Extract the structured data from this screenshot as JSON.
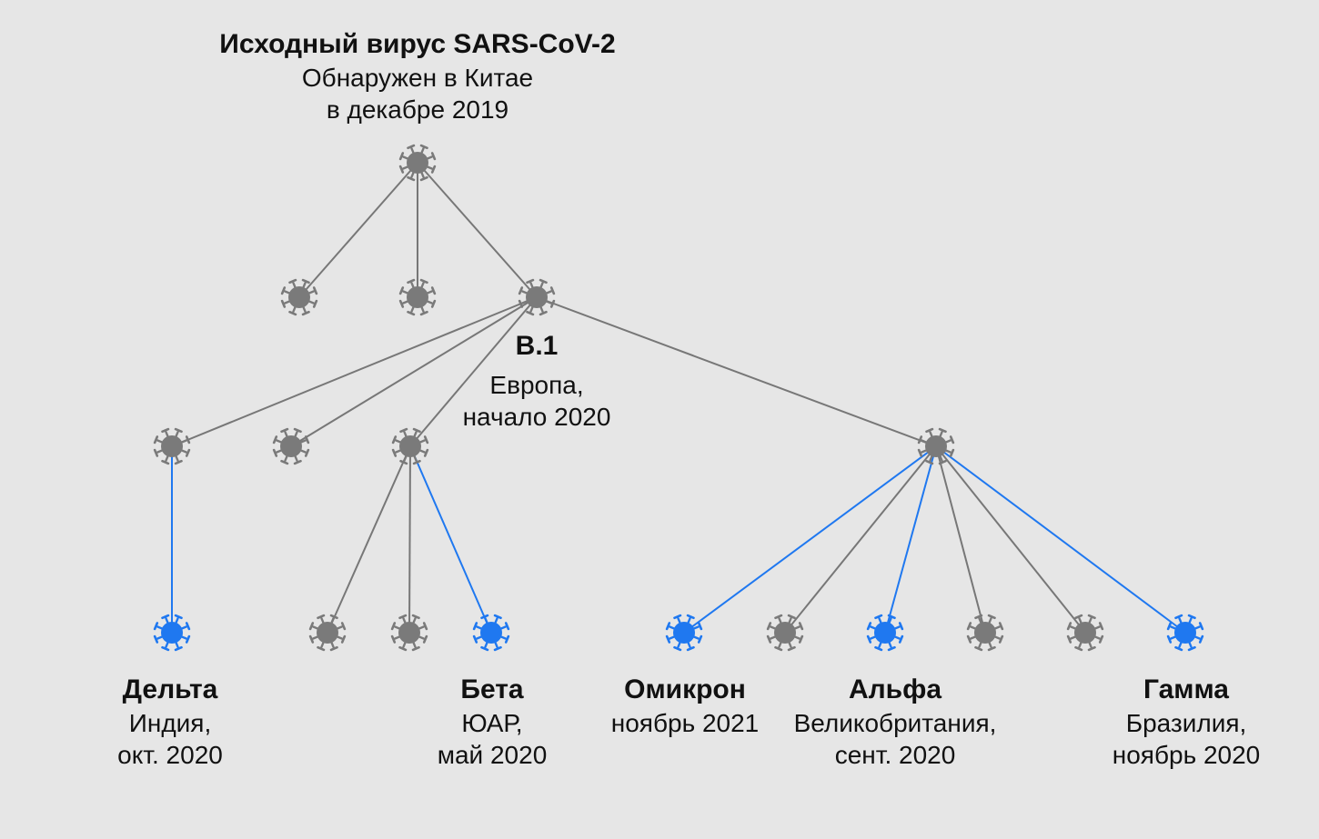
{
  "colors": {
    "background": "#e6e6e6",
    "neutral": "#7a7a7a",
    "variant": "#1f78f0",
    "link_neutral": "#777777",
    "link_variant": "#1f78f0"
  },
  "root": {
    "name": "Исходный вирус SARS-CoV-2",
    "desc1": "Обнаружен в Китае",
    "desc2": "в декабре 2019"
  },
  "b1": {
    "name": "B.1",
    "desc1": "Европа,",
    "desc2": "начало 2020"
  },
  "variants": {
    "delta": {
      "name": "Дельта",
      "desc1": "Индия,",
      "desc2": "окт. 2020"
    },
    "beta": {
      "name": "Бета",
      "desc1": "ЮАР,",
      "desc2": "май 2020"
    },
    "omicron": {
      "name": "Омикрон",
      "desc1": "ноябрь 2021"
    },
    "alpha": {
      "name": "Альфа",
      "desc1": "Великобритания,",
      "desc2": "сент. 2020"
    },
    "gamma": {
      "name": "Гамма",
      "desc1": "Бразилия,",
      "desc2": "ноябрь 2020"
    }
  },
  "virus_icon": "coronavirus-icon"
}
